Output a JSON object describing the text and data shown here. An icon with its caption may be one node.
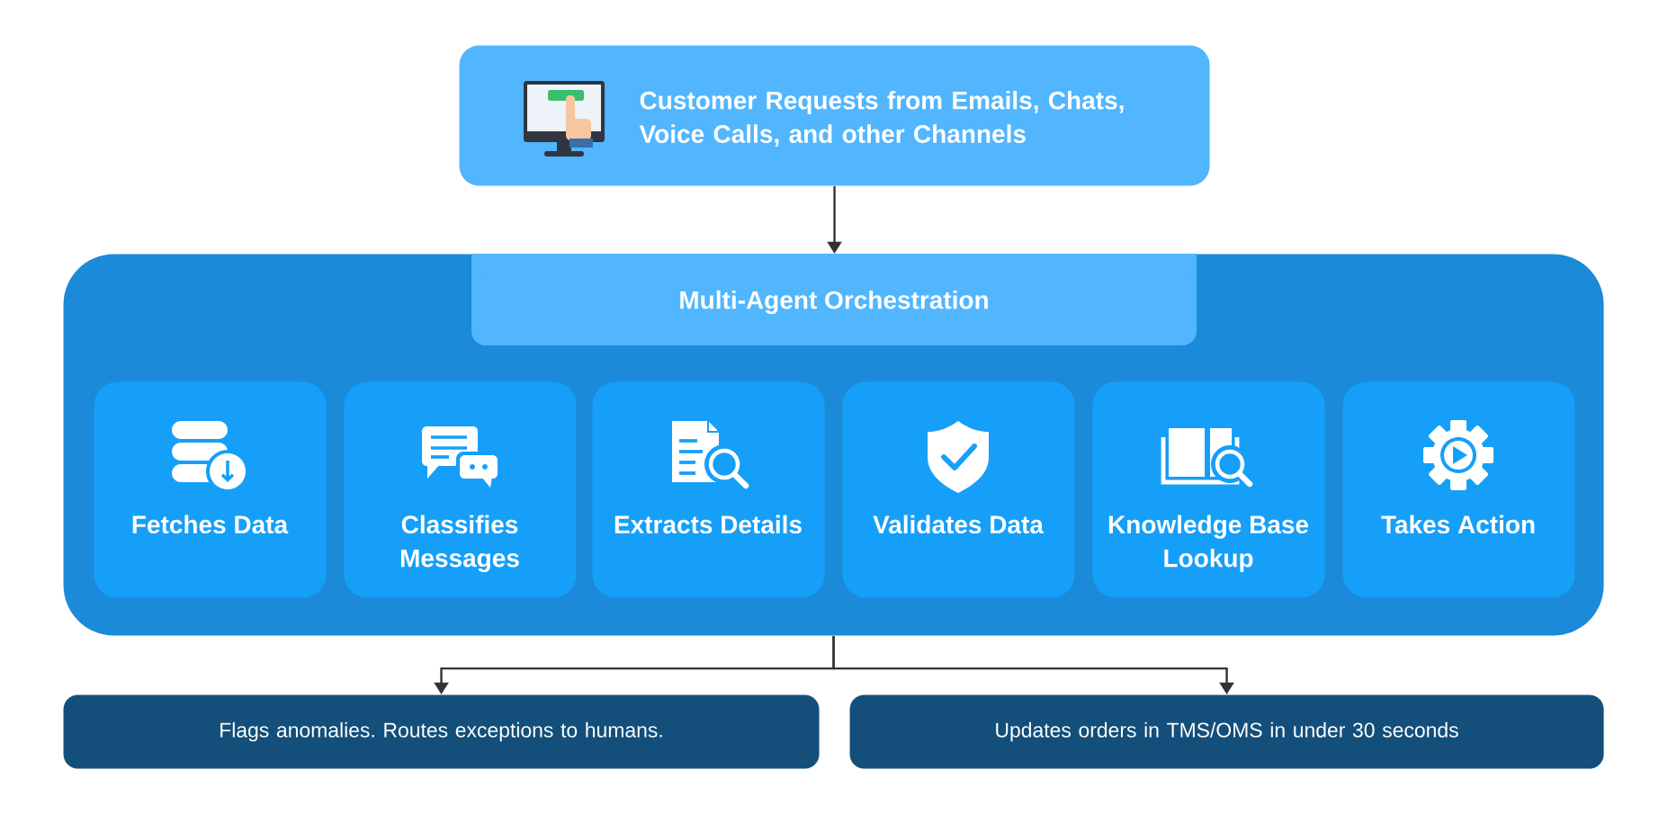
{
  "diagram": {
    "nodes": [
      {
        "text": [
          "Customer Requests from Emails, Chats, Voice Calls, and other Channels"
        ]
      },
      {
        "text": [
          "Multi-Agent Orchestration"
        ]
      },
      {
        "text": [
          "Fetches Data"
        ],
        "in": 1
      },
      {
        "text": [
          "Classifies Messages"
        ],
        "in": 1
      },
      {
        "text": [
          "Extracts Details"
        ],
        "in": 1
      },
      {
        "text": [
          "Validates Data"
        ],
        "in": 1
      },
      {
        "text": [
          "Knowledge Base Lookup"
        ],
        "in": 1
      },
      {
        "text": [
          "Takes Action"
        ],
        "in": 1
      },
      {
        "text": [
          "Flags anomalies. Routes exceptions to humans."
        ]
      },
      {
        "text": [
          "Updates orders in TMS/OMS in under 30 seconds"
        ]
      }
    ],
    "edges": [
      {
        "from": 0,
        "to": 1,
        "arrow": "to"
      },
      {
        "from": 1,
        "to": 8,
        "arrow": "to"
      },
      {
        "from": 1,
        "to": 9,
        "arrow": "to"
      }
    ]
  }
}
